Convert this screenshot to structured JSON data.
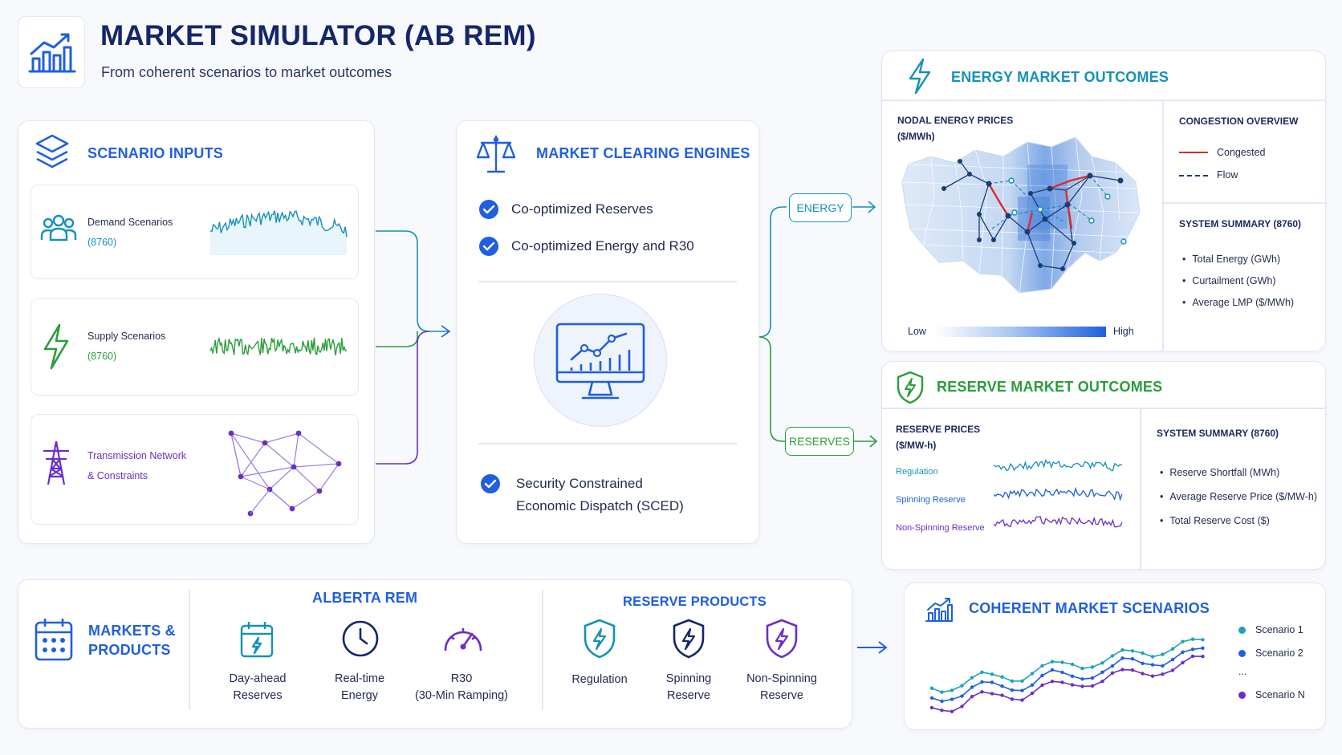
{
  "header": {
    "title": "MARKET SIMULATOR (AB REM)",
    "subtitle": "From coherent scenarios to market outcomes",
    "logo_icon": "bar-chart-trend-icon"
  },
  "scenario_inputs": {
    "title": "SCENARIO INPUTS",
    "items": [
      {
        "name": "Demand Scenarios",
        "count": "(8760)",
        "icon": "people-icon",
        "color": "#1591b8"
      },
      {
        "name": "Supply Scenarios",
        "count": "(8760)",
        "icon": "lightning-icon",
        "color": "#2a9d3a"
      },
      {
        "name": "Transmission Network",
        "count": "& Constraints",
        "icon": "transmission-tower-icon",
        "color": "#6b2fc5"
      }
    ]
  },
  "market_clearing": {
    "title": "MARKET CLEARING ENGINES",
    "checks": [
      "Co-optimized Reserves",
      "Co-optimized Energy and R30"
    ],
    "sced_line1": "Security Constrained",
    "sced_line2": "Economic Dispatch (SCED)"
  },
  "flows": {
    "energy_label": "ENERGY",
    "reserves_label": "RESERVES"
  },
  "energy_outcomes": {
    "title": "ENERGY MARKET OUTCOMES",
    "map_title": "NODAL ENERGY PRICES",
    "map_unit": "($/MWh)",
    "scale_low": "Low",
    "scale_high": "High",
    "congestion_title": "CONGESTION OVERVIEW",
    "congestion_legend": [
      "Congested",
      "Flow"
    ],
    "summary_title": "SYSTEM SUMMARY (8760)",
    "summary_items": [
      "Total Energy (GWh)",
      "Curtailment (GWh)",
      "Average LMP ($/MWh)"
    ]
  },
  "reserve_outcomes": {
    "title": "RESERVE MARKET OUTCOMES",
    "prices_title": "RESERVE PRICES",
    "prices_unit": "($/MW-h)",
    "series": [
      {
        "name": "Regulation",
        "color": "#1591b8"
      },
      {
        "name": "Spinning Reserve",
        "color": "#1f5fe0"
      },
      {
        "name": "Non-Spinning Reserve",
        "color": "#6b2fc5"
      }
    ],
    "summary_title": "SYSTEM SUMMARY (8760)",
    "summary_items": [
      "Reserve Shortfall (MWh)",
      "Average Reserve Price ($/MW-h)",
      "Total Reserve Cost ($)"
    ]
  },
  "markets_products": {
    "title_line1": "MARKETS &",
    "title_line2": "PRODUCTS",
    "alberta_title": "ALBERTA REM",
    "alberta_items": [
      {
        "line1": "Day-ahead",
        "line2": "Reserves",
        "icon": "calendar-icon"
      },
      {
        "line1": "Real-time",
        "line2": "Energy",
        "icon": "clock-icon"
      },
      {
        "line1": "R30",
        "line2": "(30-Min Ramping)",
        "icon": "gauge-icon"
      }
    ],
    "reserve_title": "RESERVE PRODUCTS",
    "reserve_items": [
      {
        "line1": "Regulation",
        "line2": "",
        "icon": "shield-bolt-icon"
      },
      {
        "line1": "Spinning",
        "line2": "Reserve",
        "icon": "shield-bolt-icon"
      },
      {
        "line1": "Non-Spinning",
        "line2": "Reserve",
        "icon": "shield-bolt-icon"
      }
    ]
  },
  "coherent": {
    "title": "COHERENT MARKET SCENARIOS",
    "legend": [
      {
        "name": "Scenario 1",
        "color": "#1ba3b8"
      },
      {
        "name": "Scenario 2",
        "color": "#1f5fe0"
      },
      {
        "name": "...",
        "color": "#1a2a5c"
      },
      {
        "name": "Scenario N",
        "color": "#6b2fc5"
      }
    ]
  },
  "colors": {
    "primary": "#1f5fe0",
    "teal": "#1591b8",
    "green": "#2a9d3a",
    "purple": "#6b2fc5",
    "navy": "#15266b",
    "congested": "#e02a2a"
  }
}
